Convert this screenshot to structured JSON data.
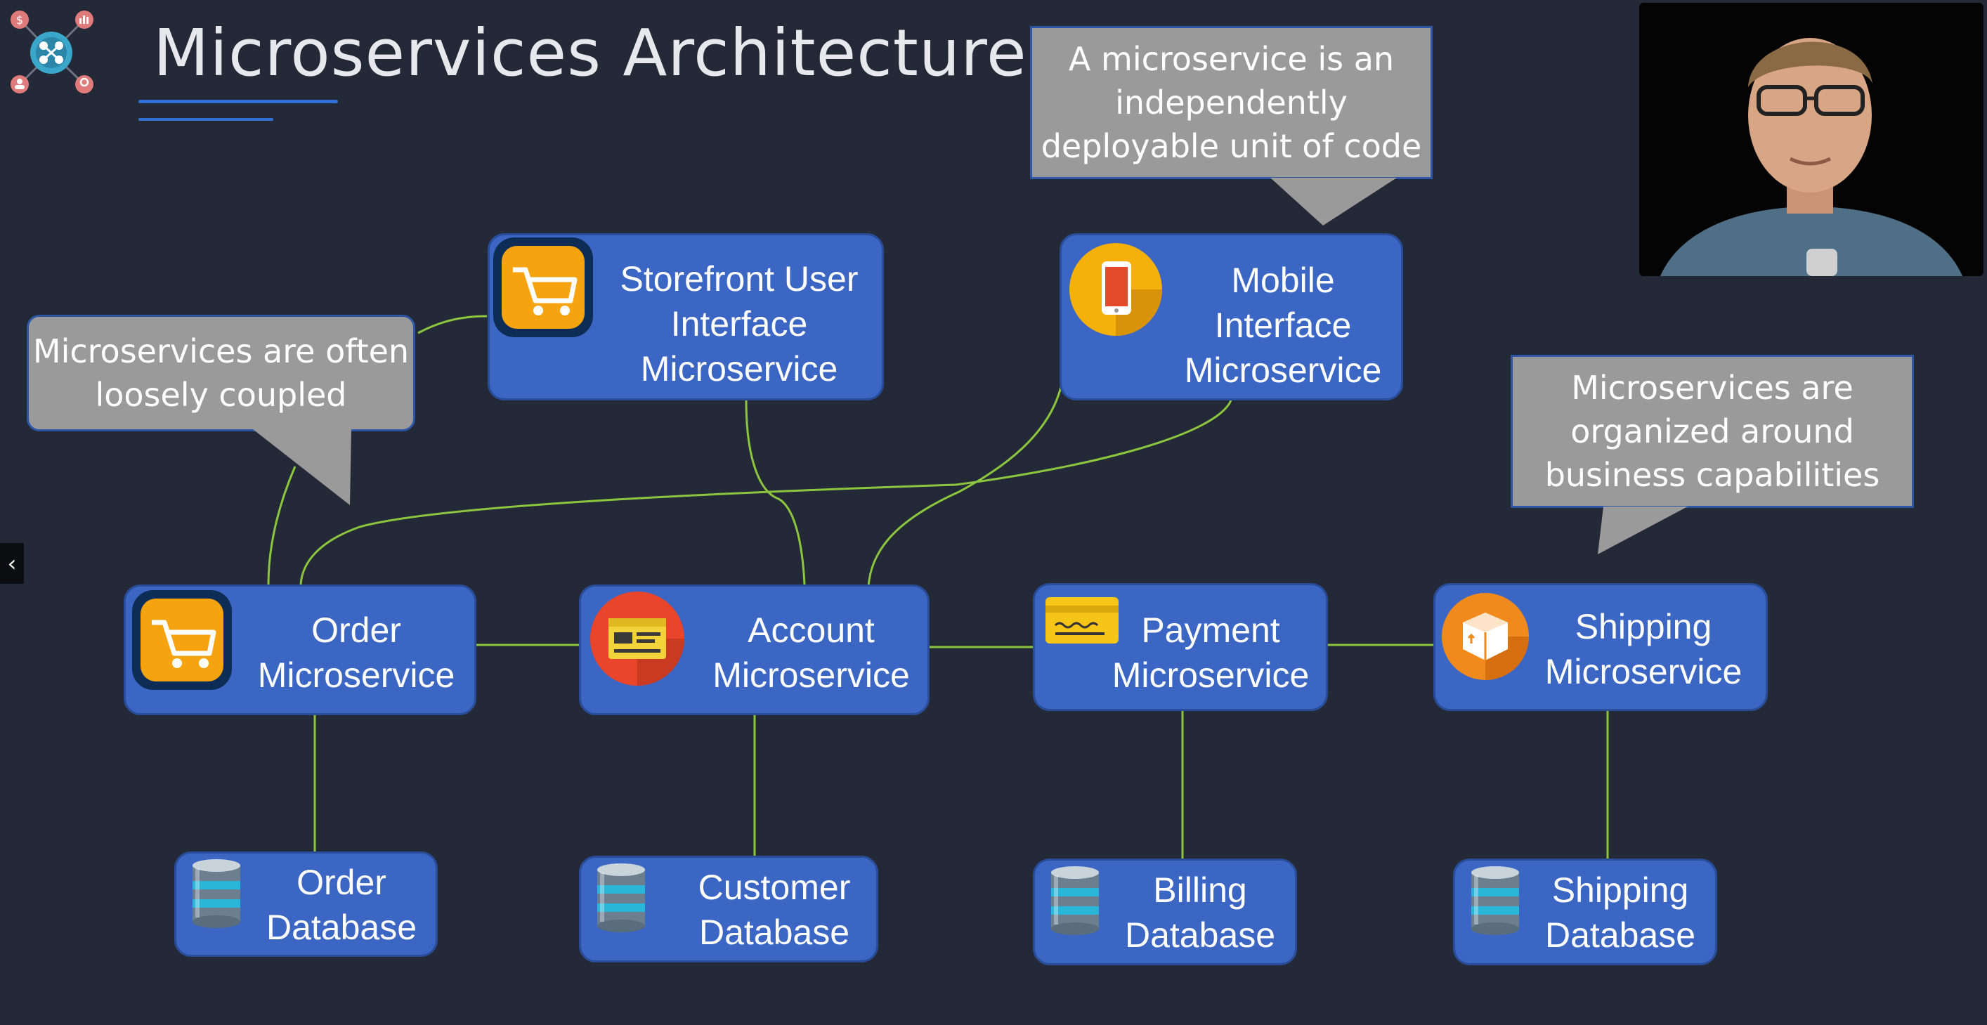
{
  "title": "Microservices Architecture",
  "callouts": {
    "definition": "A microservice is an\nindependently\ndeployable unit of code",
    "coupling": "Microservices are often\nloosely coupled",
    "capabilities": "Microservices are\norganized around\nbusiness capabilities"
  },
  "services": {
    "storefront": "Storefront User\nInterface\nMicroservice",
    "mobile": "Mobile\nInterface\nMicroservice",
    "order": "Order\nMicroservice",
    "account": "Account\nMicroservice",
    "payment": "Payment\nMicroservice",
    "shipping": "Shipping\nMicroservice"
  },
  "databases": {
    "order": "Order\nDatabase",
    "customer": "Customer\nDatabase",
    "billing": "Billing\nDatabase",
    "shipping": "Shipping\nDatabase"
  },
  "colors": {
    "background": "#232936",
    "box": "#3b66c4",
    "connector": "#8cc63f",
    "callout": "#9a9a9a",
    "accent_orange": "#f5a30f"
  },
  "icons": {
    "logo": "microservices-network-icon",
    "storefront": "shopping-cart-icon",
    "mobile": "smartphone-icon",
    "order": "shopping-cart-icon",
    "account": "id-card-icon",
    "payment": "credit-card-icon",
    "shipping": "package-box-icon",
    "database": "database-cylinder-icon",
    "nav": "chevron-left-icon"
  }
}
